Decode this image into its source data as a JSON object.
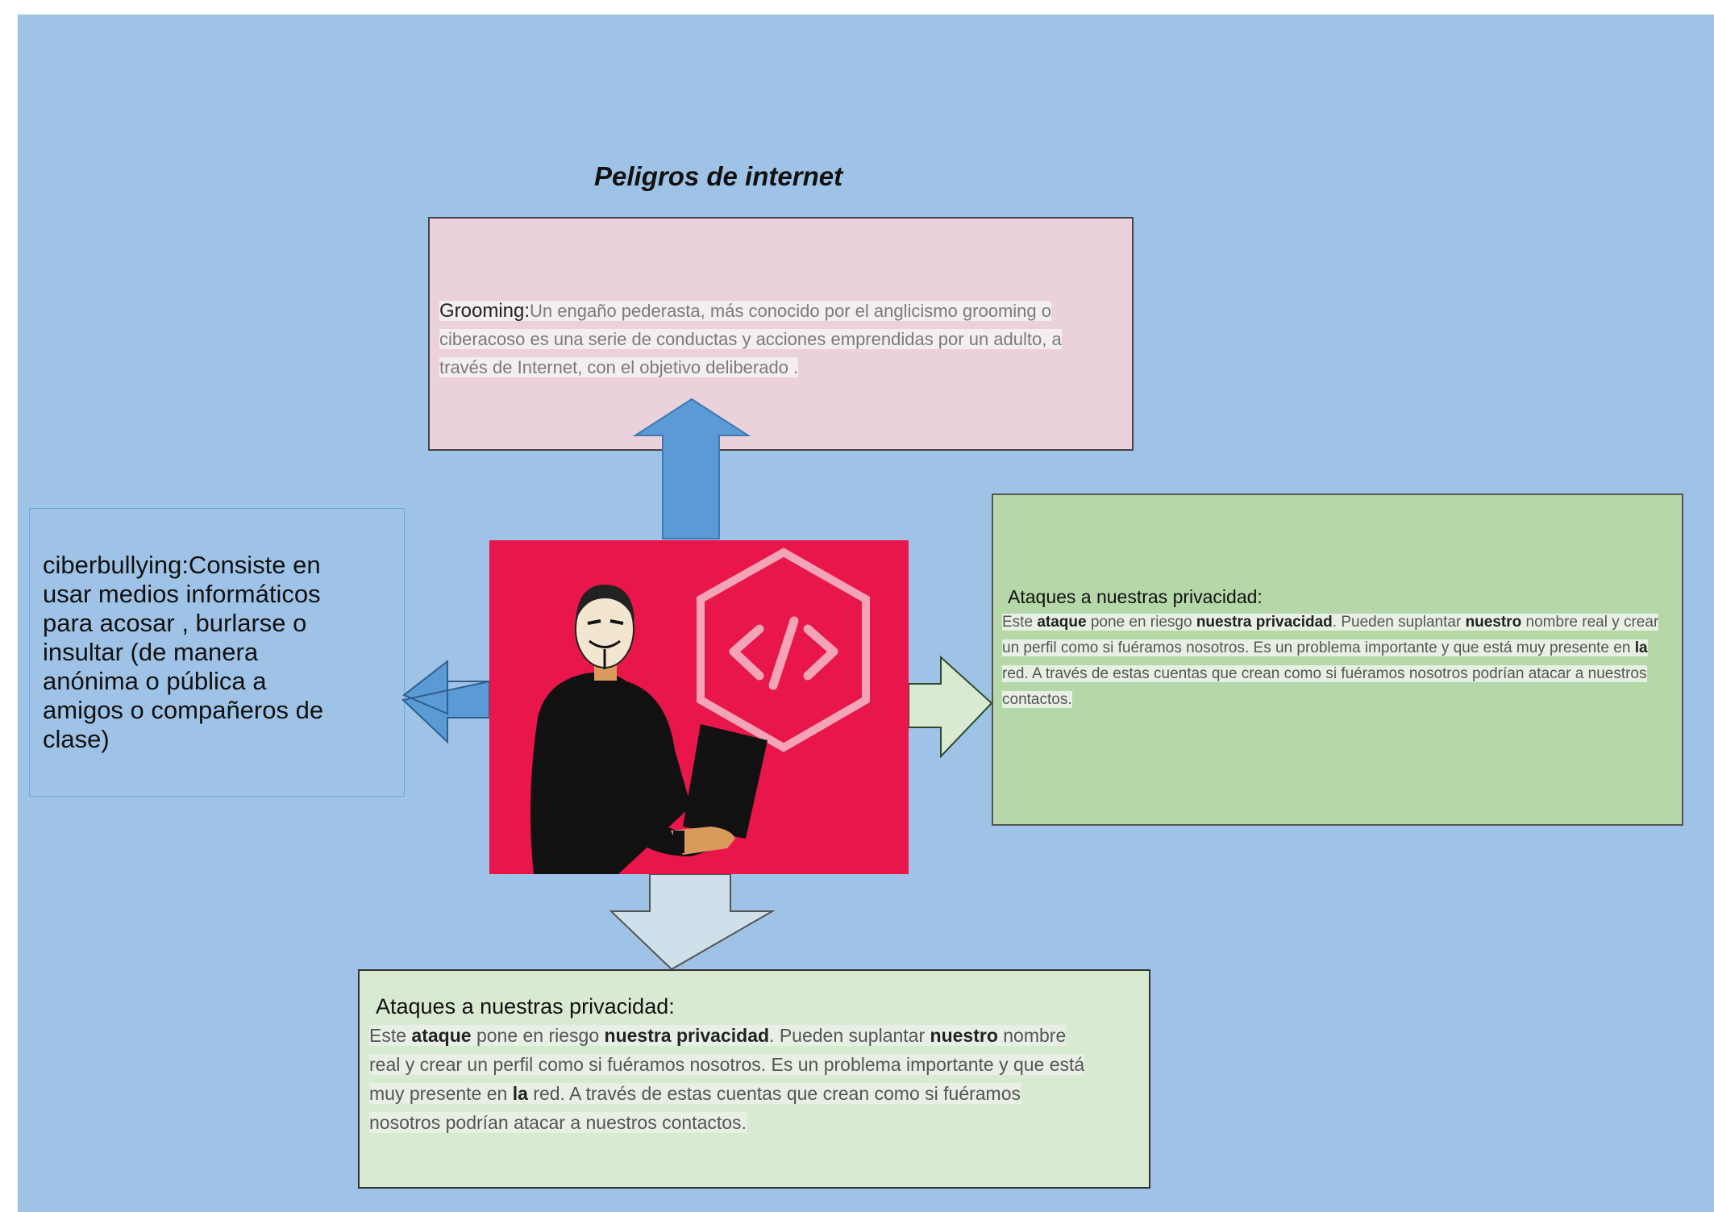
{
  "title": "Peligros de internet",
  "grooming": {
    "label": "Grooming:",
    "lines": [
      "Un engaño pederasta,  más conocido por el anglicismo grooming o",
      "ciberacoso es una serie de conductas y acciones emprendidas por un adulto, a",
      "través de Internet,  con el objetivo deliberado ."
    ]
  },
  "ciberbullying": {
    "text": " ciberbullying:Consiste en\nusar medios informáticos\npara  acosar , burlarse o\ninsultar (de manera\nanónima o pública a\namigos o compañeros de\nclase)"
  },
  "privacidad_right": {
    "heading": "Ataques a nuestras privacidad:",
    "p1": "Este ",
    "b1": "ataque",
    "p2": " pone en riesgo ",
    "b2": "nuestra privacidad",
    "p3": ". Pueden suplantar ",
    "b3": "nuestro",
    "p4": " nombre real y crear un perfil como si fuéramos nosotros. Es un problema importante y que está muy presente en ",
    "b4": "la",
    "p5": " red. A través de estas cuentas que crean como si fuéramos nosotros podrían atacar a nuestros contactos."
  },
  "privacidad_bottom": {
    "heading": "Ataques a nuestras privacidad:",
    "p1": "Este ",
    "b1": "ataque",
    "p2": " pone en riesgo ",
    "b2": "nuestra privacidad",
    "p3": ". Pueden suplantar ",
    "b3": "nuestro",
    "p4": " nombre real y crear un perfil como si fuéramos nosotros. Es un problema importante y que está muy presente en ",
    "b4": "la",
    "p5": " red. A través de estas cuentas que crean como si fuéramos nosotros podrían atacar a nuestros contactos."
  },
  "colors": {
    "background": "#9fc3e6",
    "grooming_box": "#ead1dc",
    "right_box": "#b6d7a8",
    "bottom_box": "#d9ead3",
    "image_background": "#e8164a",
    "arrow_blue": "#5b9bd5",
    "arrow_light_green": "#d9ead3",
    "arrow_light_blue": "#c9daf0"
  }
}
